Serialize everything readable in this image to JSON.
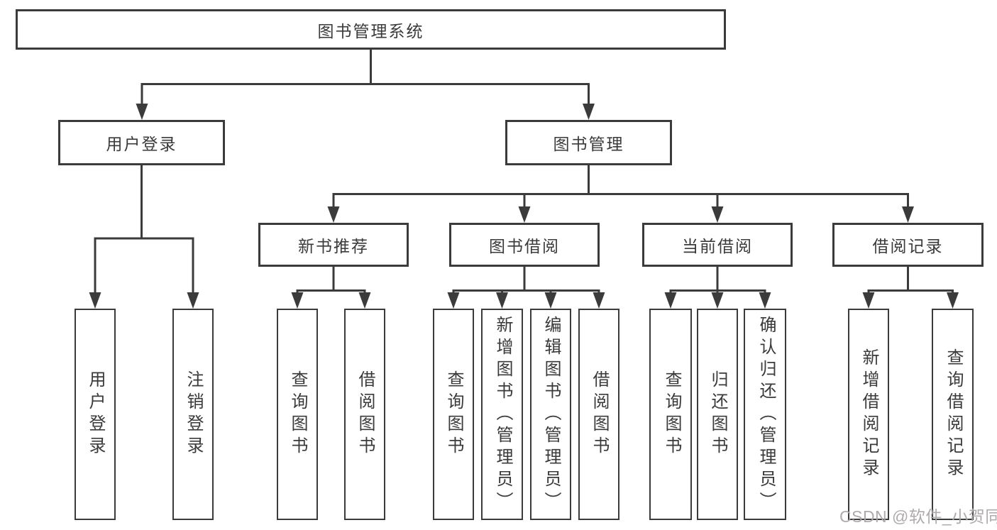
{
  "diagram": {
    "root": {
      "label": "图书管理系统"
    },
    "level2": [
      {
        "label": "用户登录"
      },
      {
        "label": "图书管理"
      }
    ],
    "level3": [
      {
        "label": "新书推荐"
      },
      {
        "label": "图书借阅"
      },
      {
        "label": "当前借阅"
      },
      {
        "label": "借阅记录"
      }
    ],
    "leaves": {
      "user_login": [
        "用户登录",
        "注销登录"
      ],
      "new_book_recommend": [
        "查询图书",
        "借阅图书"
      ],
      "book_borrow": [
        "查询图书",
        "新增图书（管理员）",
        "编辑图书（管理员）",
        "借阅图书"
      ],
      "current_borrow": [
        "查询图书",
        "归还图书",
        "确认归还（管理员）"
      ],
      "borrow_record": [
        "新增借阅记录",
        "查询借阅记录"
      ]
    },
    "watermark": "CSDN @软件_小贺同学",
    "colors": {
      "line": "#3b3b3b",
      "box_border": "#3b3b3b",
      "text": "#3a3a3a",
      "watermark": "#aba7a7",
      "background": "#ffffff"
    }
  }
}
